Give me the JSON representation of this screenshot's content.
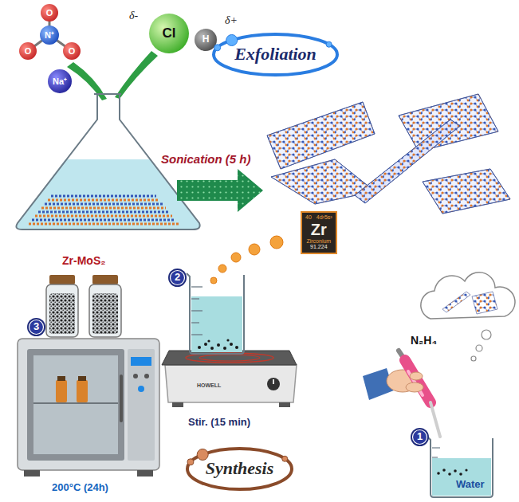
{
  "diagram": {
    "nodes": [
      {
        "text": [
          "O"
        ]
      },
      {
        "text": [
          "O"
        ]
      },
      {
        "text": [
          "O"
        ]
      },
      {
        "text": [
          "N⁺"
        ]
      },
      {
        "text": [
          "Na⁺"
        ]
      },
      {
        "text": [
          "Cl"
        ]
      },
      {
        "text": [
          "H"
        ]
      },
      {
        "text": [
          "Exfoliation"
        ]
      },
      {
        "text": [
          "40",
          "4d²5s²",
          "Zr",
          "Zirconium",
          "91.224"
        ]
      },
      {
        "text": [
          "2"
        ]
      },
      {
        "text": [
          "3"
        ]
      },
      {
        "text": [
          "1"
        ]
      },
      {
        "text": [
          "Synthesis"
        ]
      }
    ],
    "labels": [
      "δ-",
      "δ+",
      "Sonication (5 h)",
      "Zr-MoS₂",
      "200°C (24h)",
      "Stir. (15 min)",
      "HOWELL",
      "N₂H₄",
      "Water"
    ]
  }
}
